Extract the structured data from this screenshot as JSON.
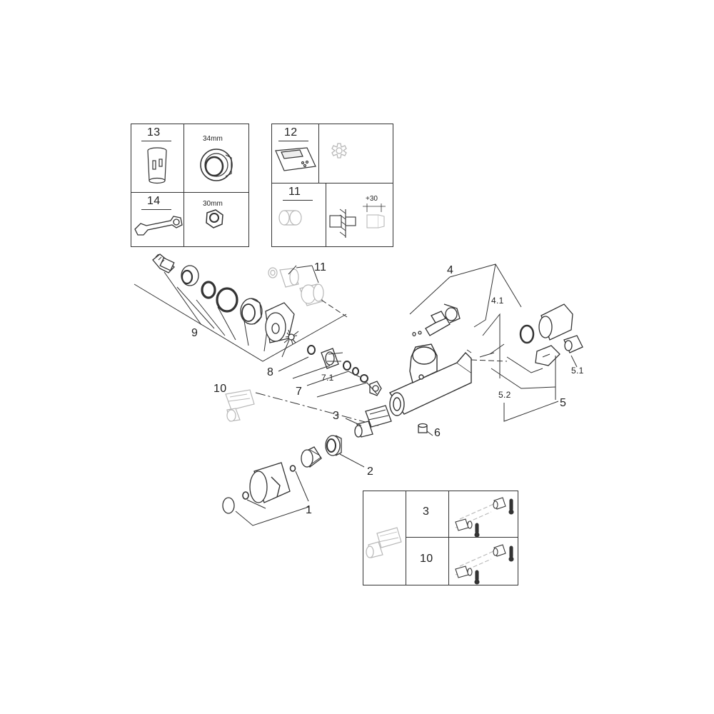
{
  "inset_tools": {
    "c13": {
      "number": "13",
      "size": "34mm"
    },
    "c14": {
      "number": "14",
      "size": "30mm"
    },
    "c12": {
      "number": "12"
    },
    "c11": {
      "number": "11",
      "dimension": "+30"
    }
  },
  "callouts": {
    "p1": "1",
    "p2": "2",
    "p3": "3",
    "p4": "4",
    "p4_1": "4.1",
    "p5": "5",
    "p5_1": "5.1",
    "p5_2": "5.2",
    "p6": "6",
    "p7": "7",
    "p7_1": "7.1",
    "p8": "8",
    "p9": "9",
    "p10": "10",
    "p11": "11"
  },
  "cartridge_table": {
    "rows": [
      {
        "number": "3"
      },
      {
        "number": "10"
      }
    ]
  },
  "colors": {
    "line": "#333333",
    "faded": "#b8b8b8",
    "fill": "#ffffff"
  }
}
